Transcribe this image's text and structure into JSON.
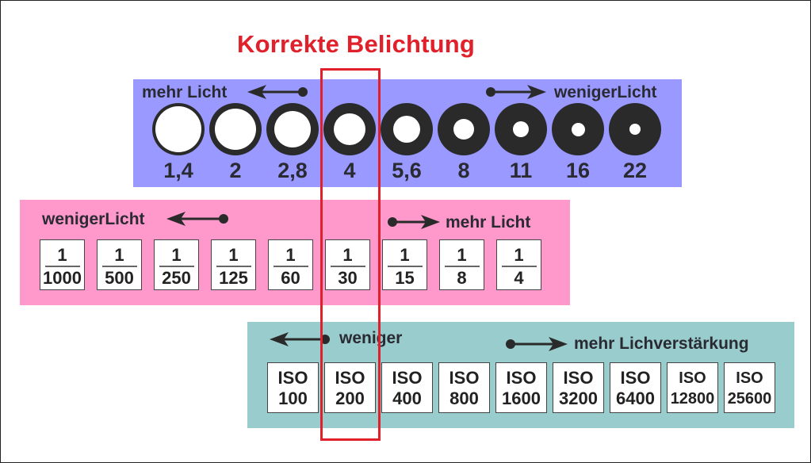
{
  "title": "Korrekte Belichtung",
  "colors": {
    "title": "#e0202a",
    "aperture_panel": "#9999ff",
    "shutter_panel": "#ff99cc",
    "iso_panel": "#99cccc",
    "highlight_box": "#e0202a"
  },
  "aperture": {
    "left_label": "mehr Licht",
    "right_label": "wenigerLicht",
    "values": [
      "1,4",
      "2",
      "2,8",
      "4",
      "5,6",
      "8",
      "11",
      "16",
      "22"
    ],
    "selected": "4"
  },
  "shutter": {
    "left_label": "wenigerLicht",
    "right_label": "mehr Licht",
    "values": [
      {
        "num": "1",
        "den": "1000"
      },
      {
        "num": "1",
        "den": "500"
      },
      {
        "num": "1",
        "den": "250"
      },
      {
        "num": "1",
        "den": "125"
      },
      {
        "num": "1",
        "den": "60"
      },
      {
        "num": "1",
        "den": "30"
      },
      {
        "num": "1",
        "den": "15"
      },
      {
        "num": "1",
        "den": "8"
      },
      {
        "num": "1",
        "den": "4"
      }
    ],
    "selected": "1/30"
  },
  "iso": {
    "left_label": "weniger",
    "right_label": "mehr Lichverstärkung",
    "prefix": "ISO",
    "values": [
      "100",
      "200",
      "400",
      "800",
      "1600",
      "3200",
      "6400",
      "12800",
      "25600"
    ],
    "selected": "200"
  }
}
